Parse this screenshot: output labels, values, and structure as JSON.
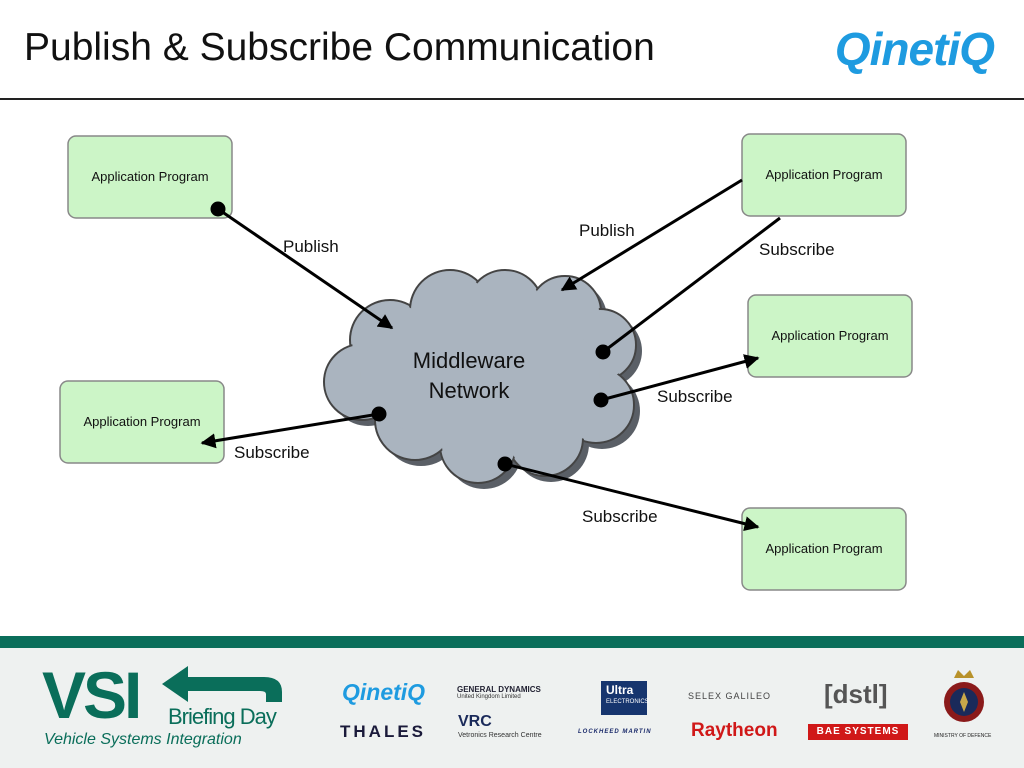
{
  "header": {
    "title": "Publish & Subscribe Communication",
    "brand": "QinetiQ"
  },
  "diagram": {
    "cloud_label": [
      "Middleware",
      "Network"
    ],
    "boxes": [
      {
        "id": "app-left-top",
        "label": "Application Program"
      },
      {
        "id": "app-left-bottom",
        "label": "Application Program"
      },
      {
        "id": "app-right-top",
        "label": "Application Program"
      },
      {
        "id": "app-right-middle",
        "label": "Application Program"
      },
      {
        "id": "app-right-bottom",
        "label": "Application Program"
      }
    ],
    "labels": {
      "publish_left": "Publish",
      "publish_right": "Publish",
      "subscribe_right_top": "Subscribe",
      "subscribe_right_middle": "Subscribe",
      "subscribe_left": "Subscribe",
      "subscribe_bottom": "Subscribe"
    },
    "colors": {
      "box_fill": "#ccf5c7",
      "cloud_fill": "#aab4bf",
      "arrow": "#000000"
    }
  },
  "footer": {
    "vsi": "VSI",
    "briefing": "Briefing Day",
    "vsi_subtitle": "Vehicle Systems Integration",
    "sponsors": {
      "qinetiq": "QinetiQ",
      "thales": "THALES",
      "gd": "GENERAL DYNAMICS",
      "gd_sub": "United Kingdom Limited",
      "vrc": "VRC",
      "vrc_sub": "Vetronics Research Centre",
      "ultra": "Ultra",
      "ultra_sub": "ELECTRONICS",
      "lockheed": "LOCKHEED MARTIN",
      "selex": "SELEX GALILEO",
      "raytheon": "Raytheon",
      "dstl": "[dstl]",
      "bae": "BAE SYSTEMS",
      "mod": "MINISTRY OF DEFENCE"
    },
    "colors": {
      "band": "#0a6e5a",
      "background": "#eef1f0"
    }
  }
}
